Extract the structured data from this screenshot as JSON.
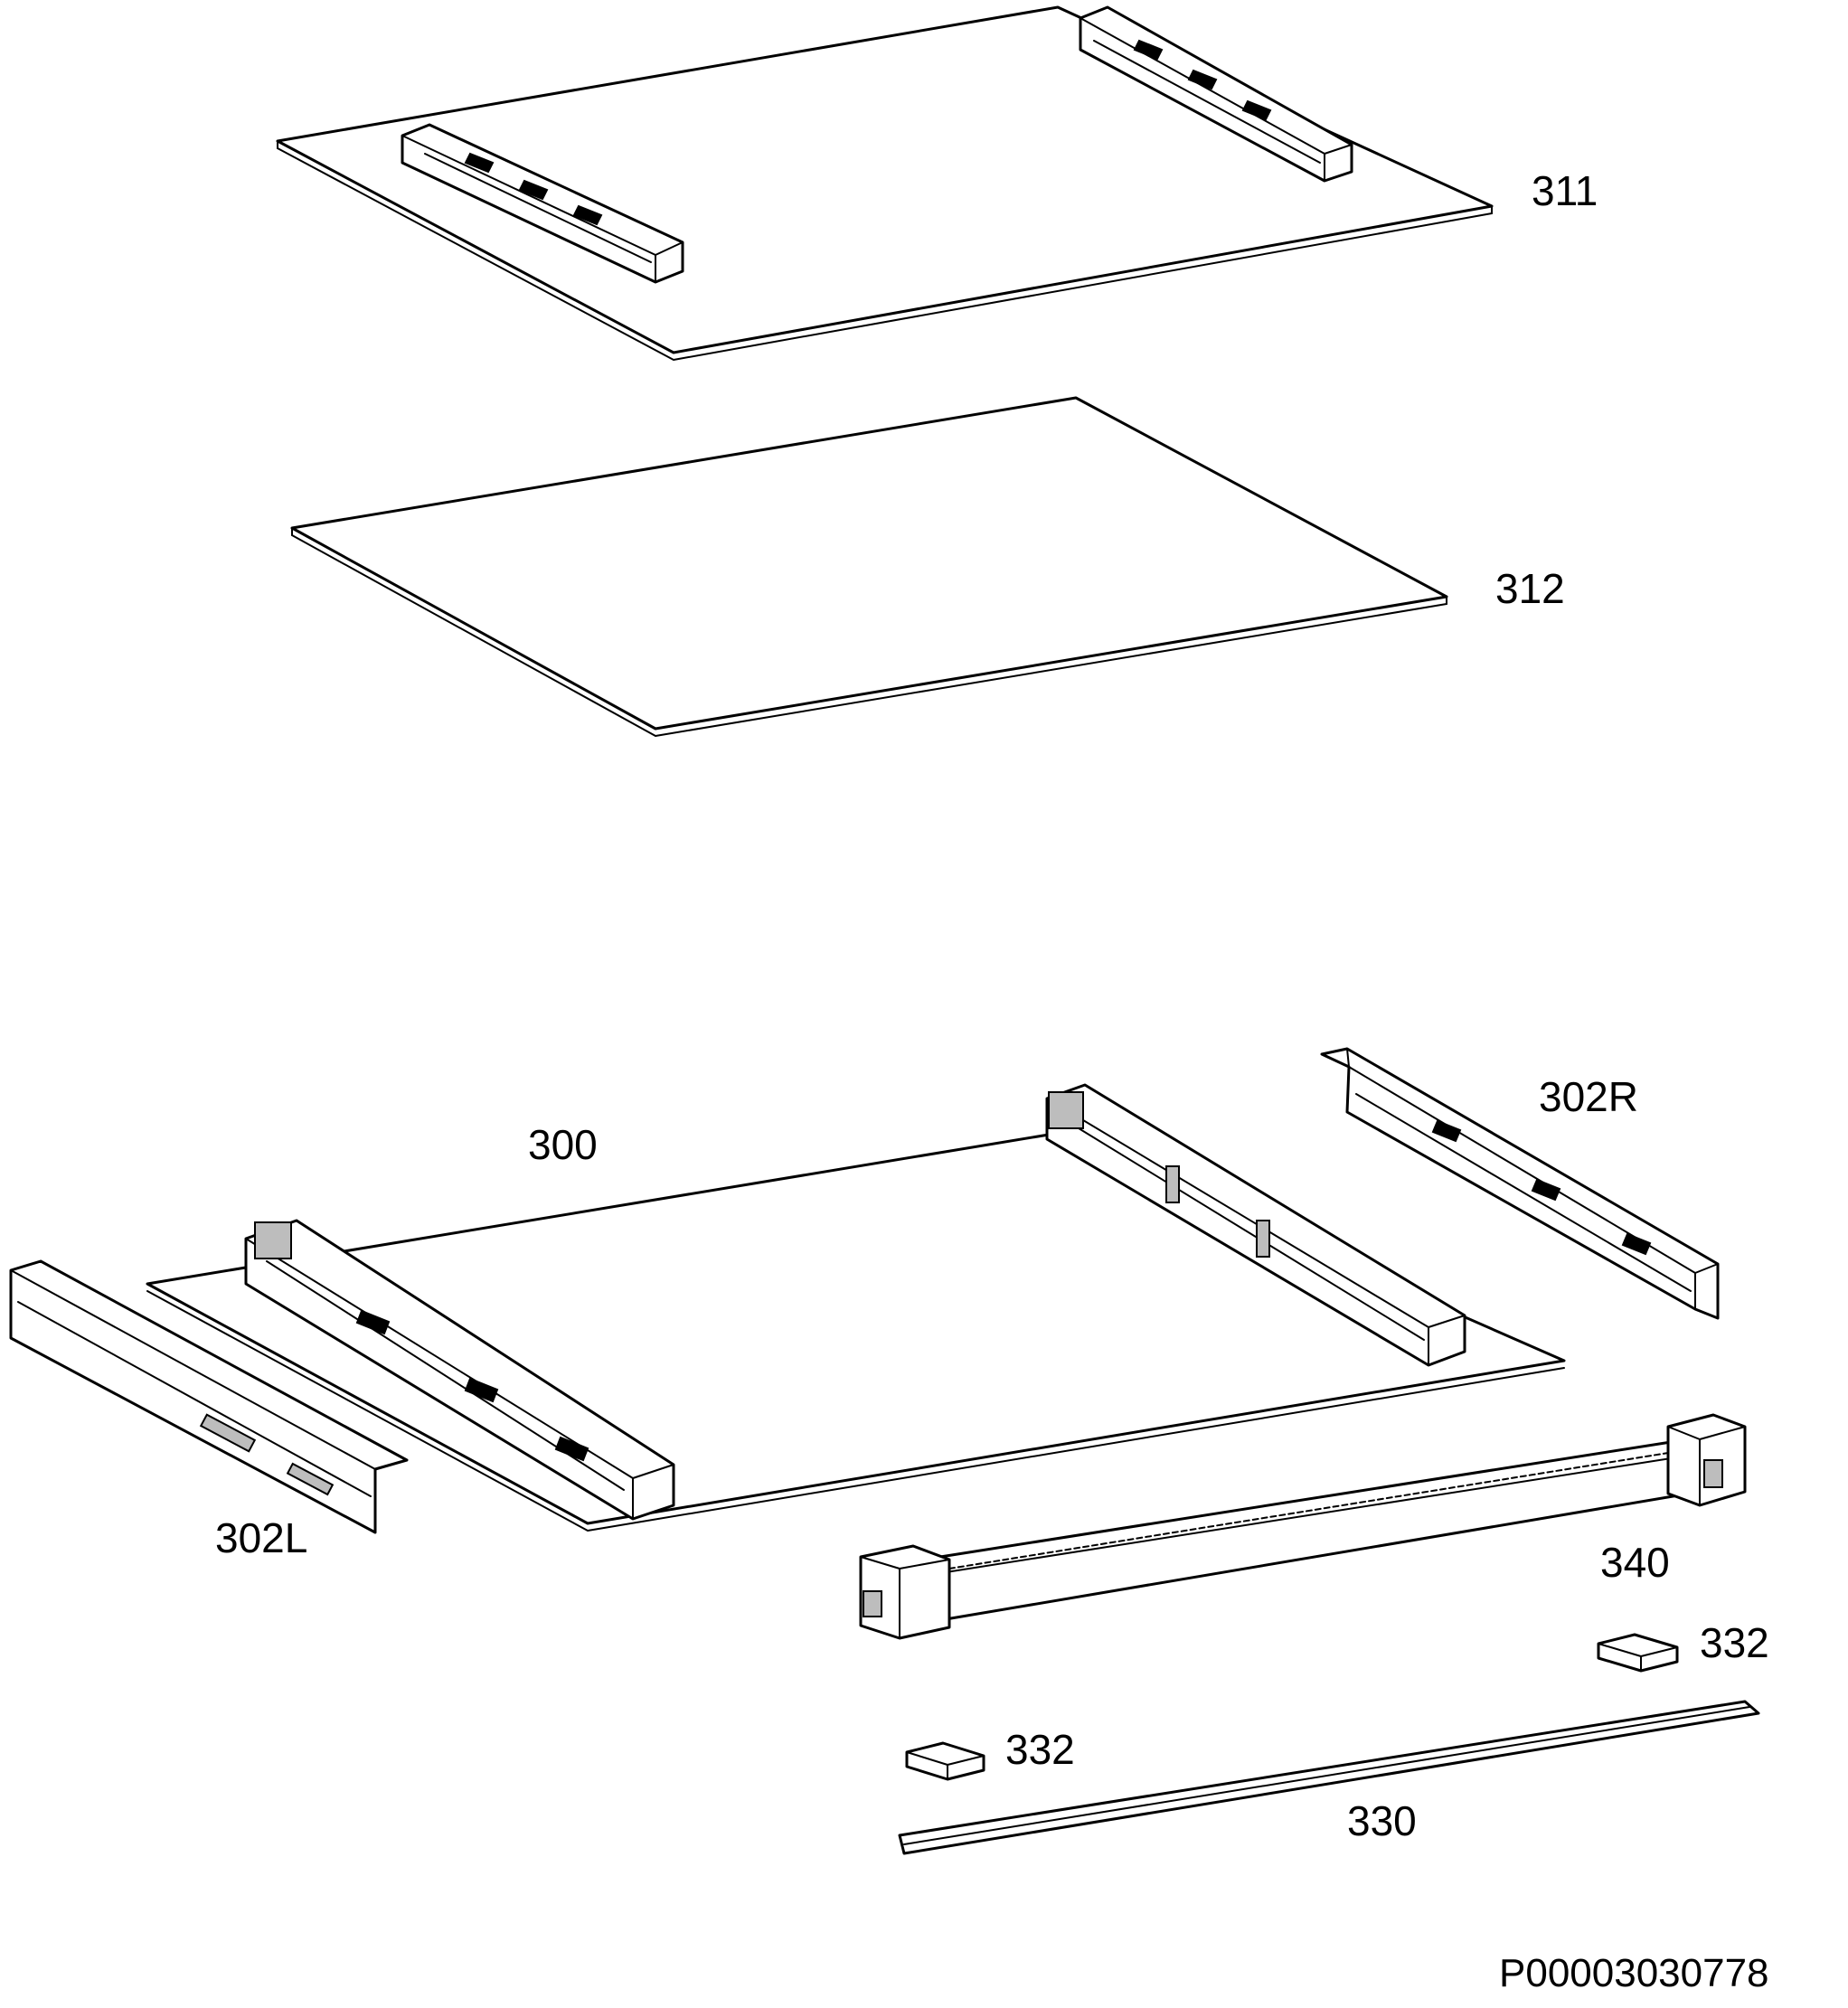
{
  "diagram": {
    "labels": {
      "p311": "311",
      "p312": "312",
      "p300": "300",
      "p302R": "302R",
      "p302L": "302L",
      "p340": "340",
      "p332a": "332",
      "p332b": "332",
      "p330": "330"
    },
    "drawing_id": "P00003030778"
  }
}
